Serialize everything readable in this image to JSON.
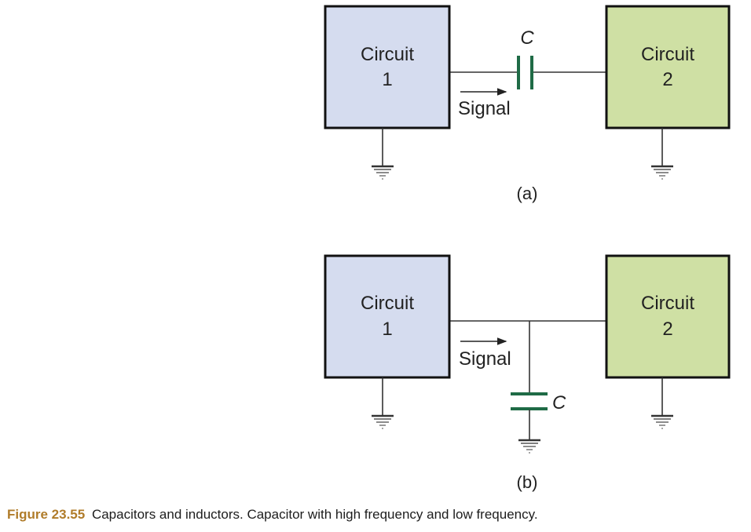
{
  "colors": {
    "circuit1_fill": "#d5dcef",
    "circuit2_fill": "#cfe0a4",
    "capacitor": "#1f6b46",
    "wire": "#333333",
    "caption_label": "#b07c2a"
  },
  "panels": [
    {
      "label": "(a)",
      "configuration": "series",
      "circuit1": {
        "line1": "Circuit",
        "line2": "1"
      },
      "circuit2": {
        "line1": "Circuit",
        "line2": "2"
      },
      "capacitor_label": "C",
      "signal_label": "Signal"
    },
    {
      "label": "(b)",
      "configuration": "shunt-to-ground",
      "circuit1": {
        "line1": "Circuit",
        "line2": "1"
      },
      "circuit2": {
        "line1": "Circuit",
        "line2": "2"
      },
      "capacitor_label": "C",
      "signal_label": "Signal"
    }
  ],
  "caption": {
    "figure_label": "Figure 23.55",
    "text": "Capacitors and inductors. Capacitor with high frequency and low frequency."
  }
}
